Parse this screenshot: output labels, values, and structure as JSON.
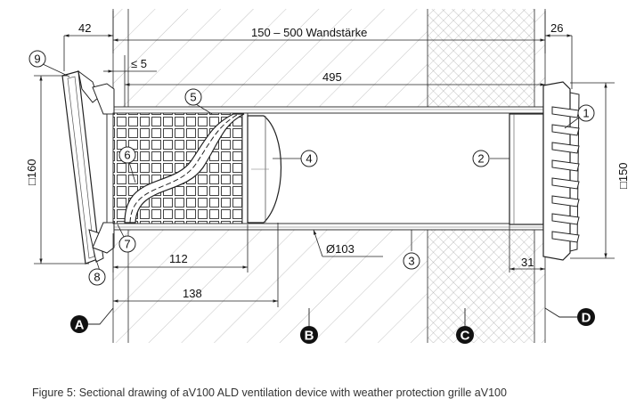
{
  "dimensions": {
    "d42": "42",
    "wall_thickness": "150 – 500 Wandstärke",
    "d26": "26",
    "le5": "≤ 5",
    "d495": "495",
    "sq160": "□160",
    "sq150": "□150",
    "d112": "112",
    "dia103": "Ø103",
    "d31": "31",
    "d138": "138"
  },
  "callouts": [
    "1",
    "2",
    "3",
    "4",
    "5",
    "6",
    "7",
    "8",
    "9"
  ],
  "zones": [
    "A",
    "B",
    "C",
    "D"
  ],
  "caption": "Figure  5:  Sectional drawing of aV100 ALD ventilation device with weather protection grille aV100"
}
